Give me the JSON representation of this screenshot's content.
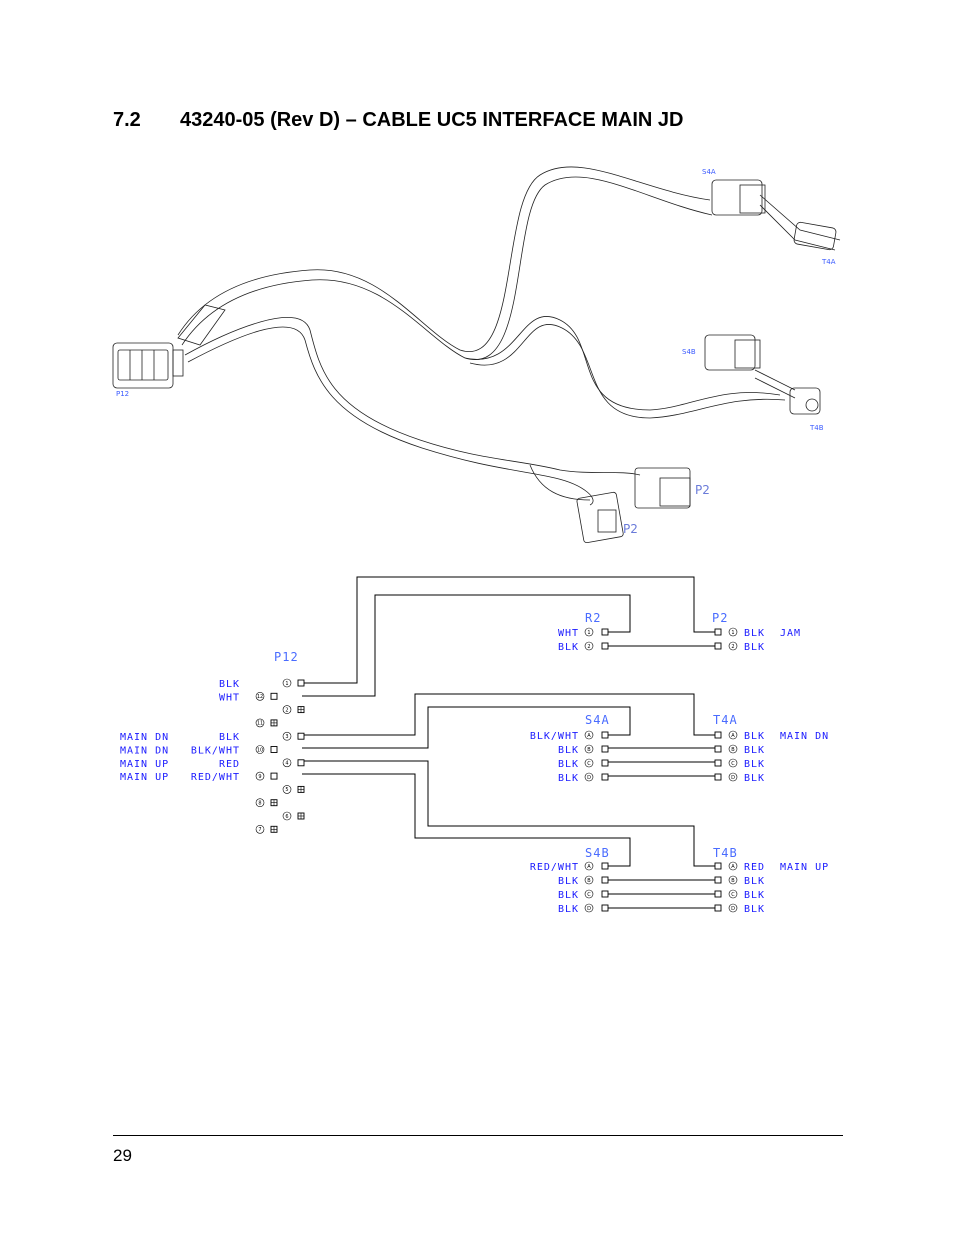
{
  "heading": {
    "number": "7.2",
    "title": "43240-05 (Rev D) – CABLE UC5 INTERFACE MAIN JD"
  },
  "page_number": "29",
  "harness_drawing": {
    "connector_labels": [
      "S4A",
      "T4A",
      "S4B",
      "T4B",
      "P12",
      "P2",
      "P2"
    ]
  },
  "schematic": {
    "connectors": {
      "P12": {
        "label": "P12"
      },
      "R2": {
        "label": "R2"
      },
      "P2": {
        "label": "P2"
      },
      "S4A": {
        "label": "S4A"
      },
      "T4A": {
        "label": "T4A"
      },
      "S4B": {
        "label": "S4B"
      },
      "T4B": {
        "label": "T4B"
      }
    },
    "p12_rows": [
      {
        "func": "",
        "color": "BLK",
        "pin": "1"
      },
      {
        "func": "",
        "color": "WHT",
        "pin": "12"
      },
      {
        "func": "",
        "color": "",
        "pin": "2"
      },
      {
        "func": "",
        "color": "",
        "pin": "11"
      },
      {
        "func": "MAIN DN",
        "color": "BLK",
        "pin": "3"
      },
      {
        "func": "MAIN DN",
        "color": "BLK/WHT",
        "pin": "10"
      },
      {
        "func": "MAIN UP",
        "color": "RED",
        "pin": "4"
      },
      {
        "func": "MAIN UP",
        "color": "RED/WHT",
        "pin": "9"
      },
      {
        "func": "",
        "color": "",
        "pin": "5"
      },
      {
        "func": "",
        "color": "",
        "pin": "8"
      },
      {
        "func": "",
        "color": "",
        "pin": "6"
      },
      {
        "func": "",
        "color": "",
        "pin": "7"
      }
    ],
    "r2_rows": [
      {
        "color": "WHT",
        "pin": "1"
      },
      {
        "color": "BLK",
        "pin": "2"
      }
    ],
    "p2_rows": [
      {
        "pin": "1",
        "color": "BLK",
        "func": "JAM"
      },
      {
        "pin": "2",
        "color": "BLK",
        "func": ""
      }
    ],
    "s4a_rows": [
      {
        "color": "BLK/WHT",
        "pin": "A"
      },
      {
        "color": "BLK",
        "pin": "B"
      },
      {
        "color": "BLK",
        "pin": "C"
      },
      {
        "color": "BLK",
        "pin": "D"
      }
    ],
    "t4a_rows": [
      {
        "pin": "A",
        "color": "BLK",
        "func": "MAIN DN"
      },
      {
        "pin": "B",
        "color": "BLK",
        "func": ""
      },
      {
        "pin": "C",
        "color": "BLK",
        "func": ""
      },
      {
        "pin": "D",
        "color": "BLK",
        "func": ""
      }
    ],
    "s4b_rows": [
      {
        "color": "RED/WHT",
        "pin": "A"
      },
      {
        "color": "BLK",
        "pin": "B"
      },
      {
        "color": "BLK",
        "pin": "C"
      },
      {
        "color": "BLK",
        "pin": "D"
      }
    ],
    "t4b_rows": [
      {
        "pin": "A",
        "color": "RED",
        "func": "MAIN UP"
      },
      {
        "pin": "B",
        "color": "BLK",
        "func": ""
      },
      {
        "pin": "C",
        "color": "BLK",
        "func": ""
      },
      {
        "pin": "D",
        "color": "BLK",
        "func": ""
      }
    ]
  }
}
